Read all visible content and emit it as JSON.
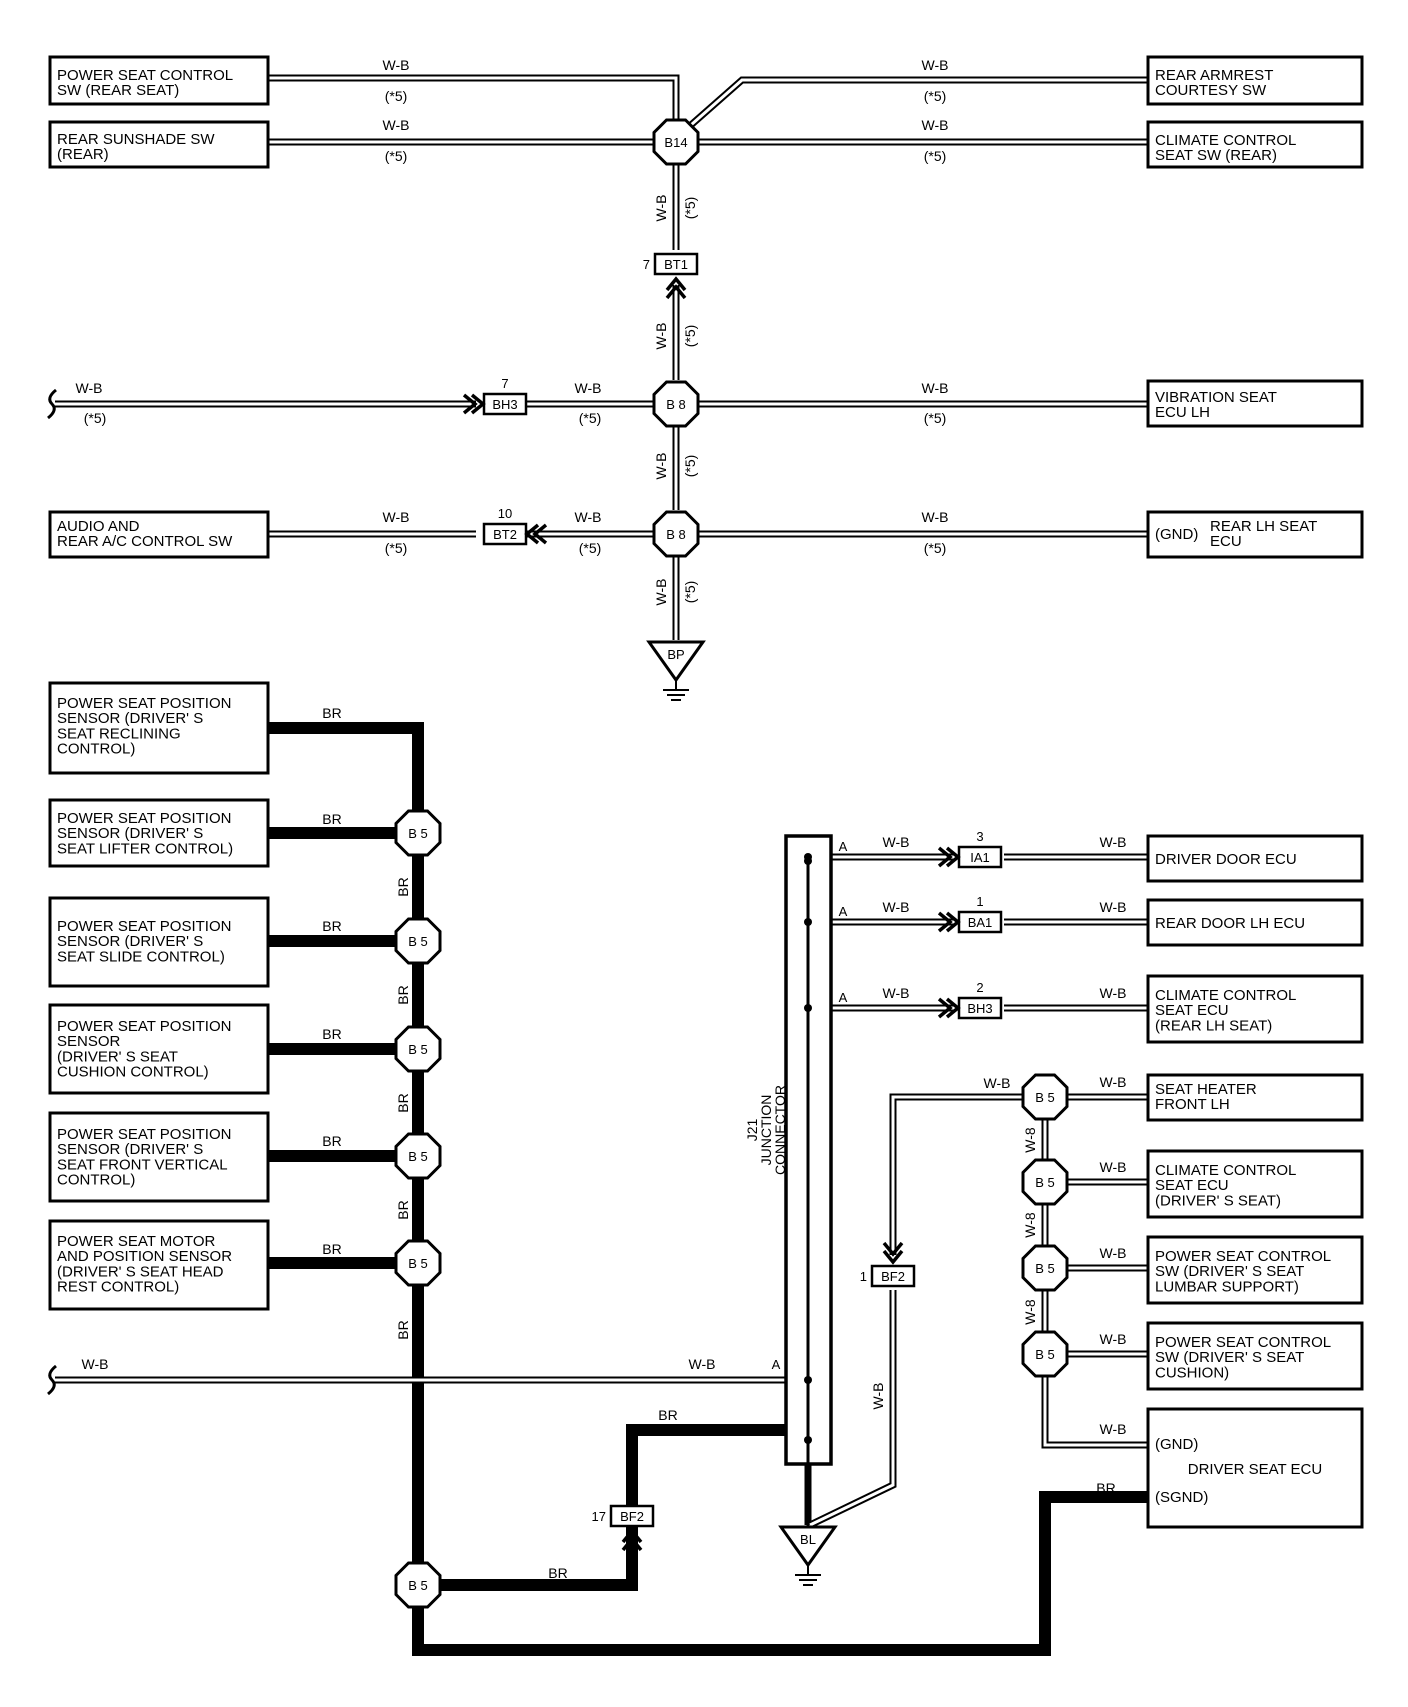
{
  "colors": {
    "line": "#000000",
    "background": "#ffffff"
  },
  "components": {
    "power_seat_ctrl_rear": [
      "POWER SEAT CONTROL",
      "SW (REAR SEAT)"
    ],
    "rear_sunshade": [
      "REAR SUNSHADE SW",
      "(REAR)"
    ],
    "rear_armrest": [
      "REAR ARMREST",
      "COURTESY SW"
    ],
    "climate_seat_sw_rear": [
      "CLIMATE CONTROL",
      "SEAT SW (REAR)"
    ],
    "vibration_ecu": [
      "VIBRATION SEAT",
      "ECU LH"
    ],
    "audio_ctrl": [
      "AUDIO AND",
      "REAR A/C CONTROL SW"
    ],
    "rear_lh_seat_ecu": [
      "REAR LH SEAT",
      "ECU"
    ],
    "rear_lh_seat_ecu_pin": "(GND)",
    "ps_recline": [
      "POWER SEAT POSITION",
      "SENSOR (DRIVER' S",
      "SEAT RECLINING",
      "CONTROL)"
    ],
    "ps_lifter": [
      "POWER SEAT POSITION",
      "SENSOR (DRIVER' S",
      "SEAT LIFTER CONTROL)"
    ],
    "ps_slide": [
      "POWER SEAT POSITION",
      "SENSOR (DRIVER' S",
      "SEAT SLIDE CONTROL)"
    ],
    "ps_cushion": [
      "POWER SEAT POSITION",
      "SENSOR",
      "(DRIVER' S SEAT",
      " CUSHION CONTROL)"
    ],
    "ps_front_vert": [
      "POWER SEAT POSITION",
      "SENSOR (DRIVER' S",
      "SEAT FRONT VERTICAL",
      "CONTROL)"
    ],
    "ps_motor_head": [
      "POWER SEAT MOTOR",
      "AND POSITION SENSOR",
      "(DRIVER' S SEAT HEAD",
      " REST CONTROL)"
    ],
    "driver_door_ecu": [
      "DRIVER DOOR ECU"
    ],
    "rear_door_lh_ecu": [
      "REAR DOOR LH ECU"
    ],
    "climate_ecu_rear_lh": [
      "CLIMATE CONTROL",
      "SEAT ECU",
      "(REAR LH SEAT)"
    ],
    "seat_heater": [
      "SEAT HEATER",
      "FRONT LH"
    ],
    "climate_ecu_driver": [
      "CLIMATE CONTROL",
      "SEAT ECU",
      "(DRIVER' S SEAT)"
    ],
    "psc_lumbar": [
      "POWER SEAT CONTROL",
      "SW (DRIVER' S SEAT",
      "LUMBAR SUPPORT)"
    ],
    "psc_cushion": [
      "POWER SEAT CONTROL",
      "SW (DRIVER' S SEAT",
      "CUSHION)"
    ],
    "driver_seat_ecu": "DRIVER SEAT ECU",
    "driver_seat_ecu_gnd": "(GND)",
    "driver_seat_ecu_sgnd": "(SGND)",
    "junction": [
      "J21",
      "JUNCTION",
      "CONNECTOR"
    ]
  },
  "wire_colors": {
    "wb": "W-B",
    "wb_alt": "W-8",
    "br": "BR"
  },
  "note": "(*5)",
  "nodes": {
    "b14": "B14",
    "b8": "B 8",
    "b5": "B 5"
  },
  "grounds": {
    "bp": "BP",
    "bl": "BL"
  },
  "connectors": {
    "bt1": "BT1",
    "bt1_pin": "7",
    "bh3_top": "BH3",
    "bh3_top_pin": "7",
    "bt2": "BT2",
    "bt2_pin": "10",
    "ia1": "IA1",
    "ia1_pin": "3",
    "ba1": "BA1",
    "ba1_pin": "1",
    "bh3_mid": "BH3",
    "bh3_mid_pin": "2",
    "bf2_upper": "BF2",
    "bf2_upper_pin": "1",
    "bf2_lower": "BF2",
    "bf2_lower_pin": "17"
  },
  "junction_pin": "A"
}
